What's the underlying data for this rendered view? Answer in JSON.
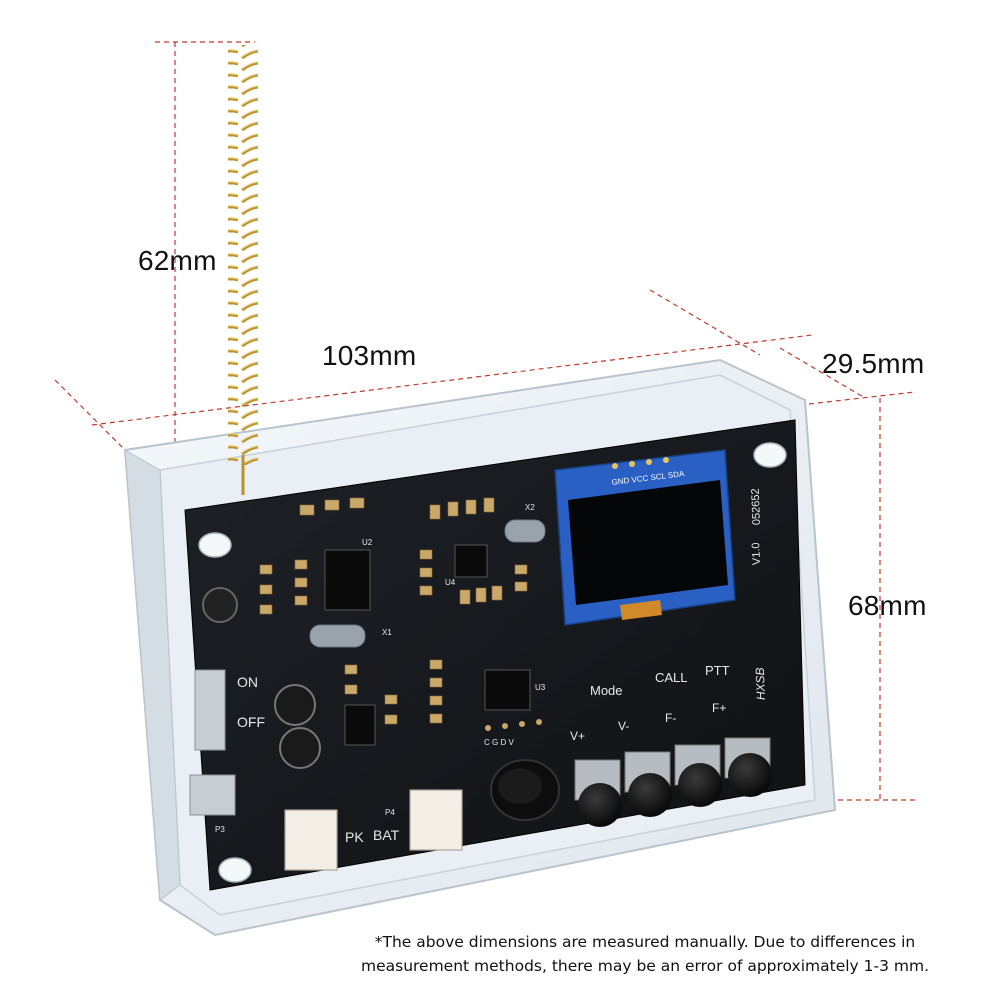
{
  "dimensions": {
    "height_antenna": "62mm",
    "length": "103mm",
    "depth": "29.5mm",
    "height_case": "68mm"
  },
  "board_labels": {
    "oled_pins": "GND VCC SCL SDA",
    "version": "V1.0",
    "code": "052652",
    "mode": "Mode",
    "call": "CALL",
    "ptt": "PTT",
    "on": "ON",
    "off": "OFF",
    "v_plus": "V+",
    "v_minus": "V-",
    "f_minus": "F-",
    "f_plus": "F+",
    "spk": "PK",
    "bat": "BAT",
    "p4": "P4",
    "p3": "P3",
    "x1": "X1",
    "x2": "X2",
    "u2": "U2",
    "u3": "U3",
    "u4": "U4",
    "mic_pins": "C  G  D  V",
    "brand": "HXSB"
  },
  "colors": {
    "board": "#16181c",
    "dimension_line": "#c0392b",
    "antenna": "#c9a23b",
    "screen_frame": "#2a5fc4",
    "case": "#e8eef3"
  },
  "note": {
    "line1": "*The above dimensions are measured manually. Due to differences in",
    "line2": "measurement methods, there may be an error of approximately 1-3 mm."
  }
}
